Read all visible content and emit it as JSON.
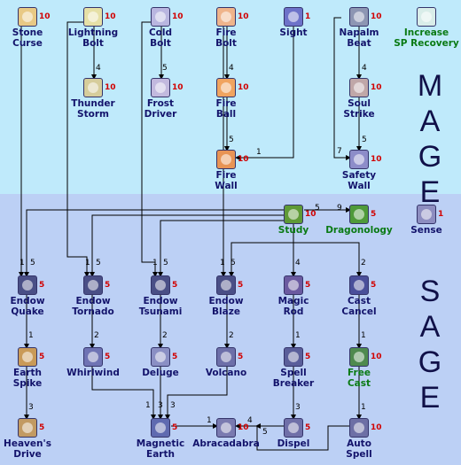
{
  "zones": {
    "mage_title": "MAGE",
    "sage_title": "SAGE"
  },
  "colors": {
    "mage_bg": "#bfeafb",
    "sage_bg": "#bcd0f5",
    "level": "#d10000",
    "name": "#13136b",
    "green": "#0a7a14"
  },
  "skills": [
    {
      "name": "Stone\nCurse",
      "level": "10",
      "icon": "scroll-icon",
      "color": "#e8c985"
    },
    {
      "name": "Lightning\nBolt",
      "level": "10",
      "icon": "scroll-icon",
      "color": "#e6e0a6"
    },
    {
      "name": "Cold\nBolt",
      "level": "10",
      "icon": "scroll-icon",
      "color": "#b9b6e0"
    },
    {
      "name": "Fire\nBolt",
      "level": "10",
      "icon": "scroll-icon",
      "color": "#efb48b"
    },
    {
      "name": "Sight",
      "level": "1",
      "icon": "sight-icon",
      "color": "#6d72c9"
    },
    {
      "name": "Napalm\nBeat",
      "level": "10",
      "icon": "napalm-beat-icon",
      "color": "#8d96b3"
    },
    {
      "name": "Increase\nSP Recovery",
      "level": "",
      "icon": "sp-recovery-icon",
      "color": "#d9ede9"
    },
    {
      "name": "Thunder\nStorm",
      "level": "10",
      "icon": "thunder-icon",
      "color": "#d6cd9b"
    },
    {
      "name": "Frost\nDriver",
      "level": "10",
      "icon": "frost-icon",
      "color": "#c2b9de"
    },
    {
      "name": "Fire\nBall",
      "level": "10",
      "icon": "fire-ball-icon",
      "color": "#f0a45f"
    },
    {
      "name": "Soul\nStrike",
      "level": "10",
      "icon": "soul-strike-icon",
      "color": "#c0a7a8"
    },
    {
      "name": "Fire\nWall",
      "level": "10",
      "icon": "fire-wall-icon",
      "color": "#e89455"
    },
    {
      "name": "Safety\nWall",
      "level": "10",
      "icon": "safety-wall-icon",
      "color": "#8d8dc9"
    },
    {
      "name": "Study",
      "level": "10",
      "icon": "book-icon",
      "color": "#5f9a36"
    },
    {
      "name": "Dragonology",
      "level": "5",
      "icon": "dragon-icon",
      "color": "#4f9a3a"
    },
    {
      "name": "Sense",
      "level": "1",
      "icon": "crosshair-icon",
      "color": "#8d8dc0"
    },
    {
      "name": "Endow\nQuake",
      "level": "5",
      "icon": "endow-quake-icon",
      "color": "#4a4f86"
    },
    {
      "name": "Endow\nTornado",
      "level": "5",
      "icon": "endow-tornado-icon",
      "color": "#4a4f86"
    },
    {
      "name": "Endow\nTsunami",
      "level": "5",
      "icon": "endow-tsunami-icon",
      "color": "#4a4f86"
    },
    {
      "name": "Endow\nBlaze",
      "level": "5",
      "icon": "endow-blaze-icon",
      "color": "#4a4f86"
    },
    {
      "name": "Magic\nRod",
      "level": "5",
      "icon": "magic-rod-icon",
      "color": "#6b5aa0"
    },
    {
      "name": "Cast\nCancel",
      "level": "5",
      "icon": "cast-cancel-icon",
      "color": "#4a4f9a"
    },
    {
      "name": "Earth\nSpike",
      "level": "5",
      "icon": "earth-spike-icon",
      "color": "#c99a58"
    },
    {
      "name": "Whirlwind",
      "level": "5",
      "icon": "whirlwind-icon",
      "color": "#6f73b4"
    },
    {
      "name": "Deluge",
      "level": "5",
      "icon": "deluge-icon",
      "color": "#8a8fc4"
    },
    {
      "name": "Volcano",
      "level": "5",
      "icon": "volcano-icon",
      "color": "#6d6fa9"
    },
    {
      "name": "Spell\nBreaker",
      "level": "5",
      "icon": "spell-breaker-icon",
      "color": "#5a5e9a"
    },
    {
      "name": "Free\nCast",
      "level": "10",
      "icon": "free-cast-icon",
      "color": "#4f8a4f"
    },
    {
      "name": "Heaven's\nDrive",
      "level": "5",
      "icon": "heavens-drive-icon",
      "color": "#c29a62"
    },
    {
      "name": "Magnetic\nEarth",
      "level": "5",
      "icon": "magnetic-earth-icon",
      "color": "#5f6ab0"
    },
    {
      "name": "Abracadabra",
      "level": "10",
      "icon": "abracadabra-icon",
      "color": "#7a7ab0"
    },
    {
      "name": "Dispel",
      "level": "5",
      "icon": "dispel-icon",
      "color": "#6f6fa8"
    },
    {
      "name": "Auto\nSpell",
      "level": "10",
      "icon": "auto-spell-icon",
      "color": "#6d6fa5"
    }
  ],
  "requirements": [
    "10",
    "10",
    "10",
    "10",
    "1",
    "10",
    "4",
    "5",
    "4",
    "5",
    "4",
    "1",
    "5",
    "7",
    "5",
    "9",
    "1",
    "5",
    "1",
    "5",
    "1",
    "5",
    "1",
    "5",
    "4",
    "2",
    "1",
    "2",
    "2",
    "2",
    "1",
    "1",
    "3",
    "1",
    "3",
    "3",
    "3",
    "1",
    "1",
    "5",
    "4"
  ]
}
